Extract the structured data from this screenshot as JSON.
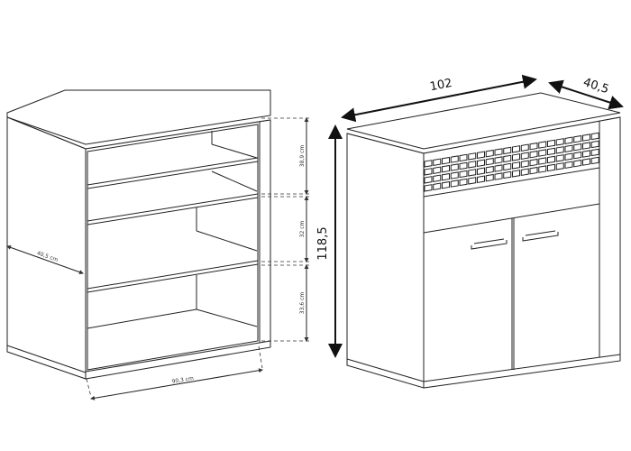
{
  "left_cabinet": {
    "shelf_heights": [
      "38,9 cm",
      "32 cm",
      "33,6 cm"
    ],
    "depth": "40,5 cm",
    "inner_width": "90,3 cm"
  },
  "right_cabinet": {
    "width": "102",
    "depth": "40,5",
    "height": "118,5"
  }
}
